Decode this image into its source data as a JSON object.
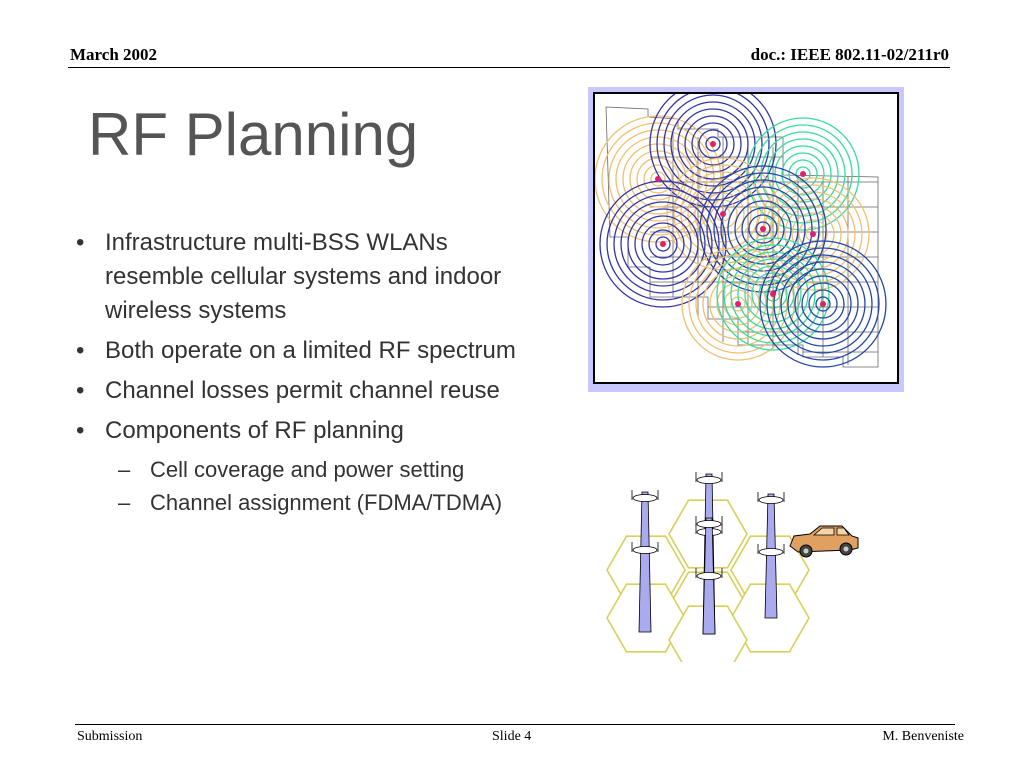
{
  "header": {
    "date": "March 2002",
    "doc_id": "doc.: IEEE 802.11-02/211r0"
  },
  "title": "RF Planning",
  "bullets": [
    {
      "text": "Infrastructure multi-BSS WLANs resemble cellular systems and indoor wireless systems"
    },
    {
      "text": "Both operate on a limited RF spectrum"
    },
    {
      "text": "Channel losses permit channel reuse"
    },
    {
      "text": "Components of RF planning"
    }
  ],
  "sub_bullets": [
    {
      "text": "Cell coverage and power setting"
    },
    {
      "text": "Channel assignment (FDMA/TDMA)"
    }
  ],
  "figures": {
    "coverage_map": {
      "icon": "indoor-coverage-map-illustration",
      "frame_color": "#c8c8ff",
      "ring_colors": [
        "#3333aa",
        "#f0c070",
        "#33dd99",
        "#2244aa"
      ],
      "ap_dot_color": "#e0206a"
    },
    "cell_diagram": {
      "icon": "hexagonal-cells-with-towers-and-car",
      "hex_color": "#d8d05a",
      "tower_color": "#aaaaee",
      "car_color": "#e0a060"
    }
  },
  "footer": {
    "left": "Submission",
    "center": "Slide 4",
    "right": "M. Benveniste"
  }
}
